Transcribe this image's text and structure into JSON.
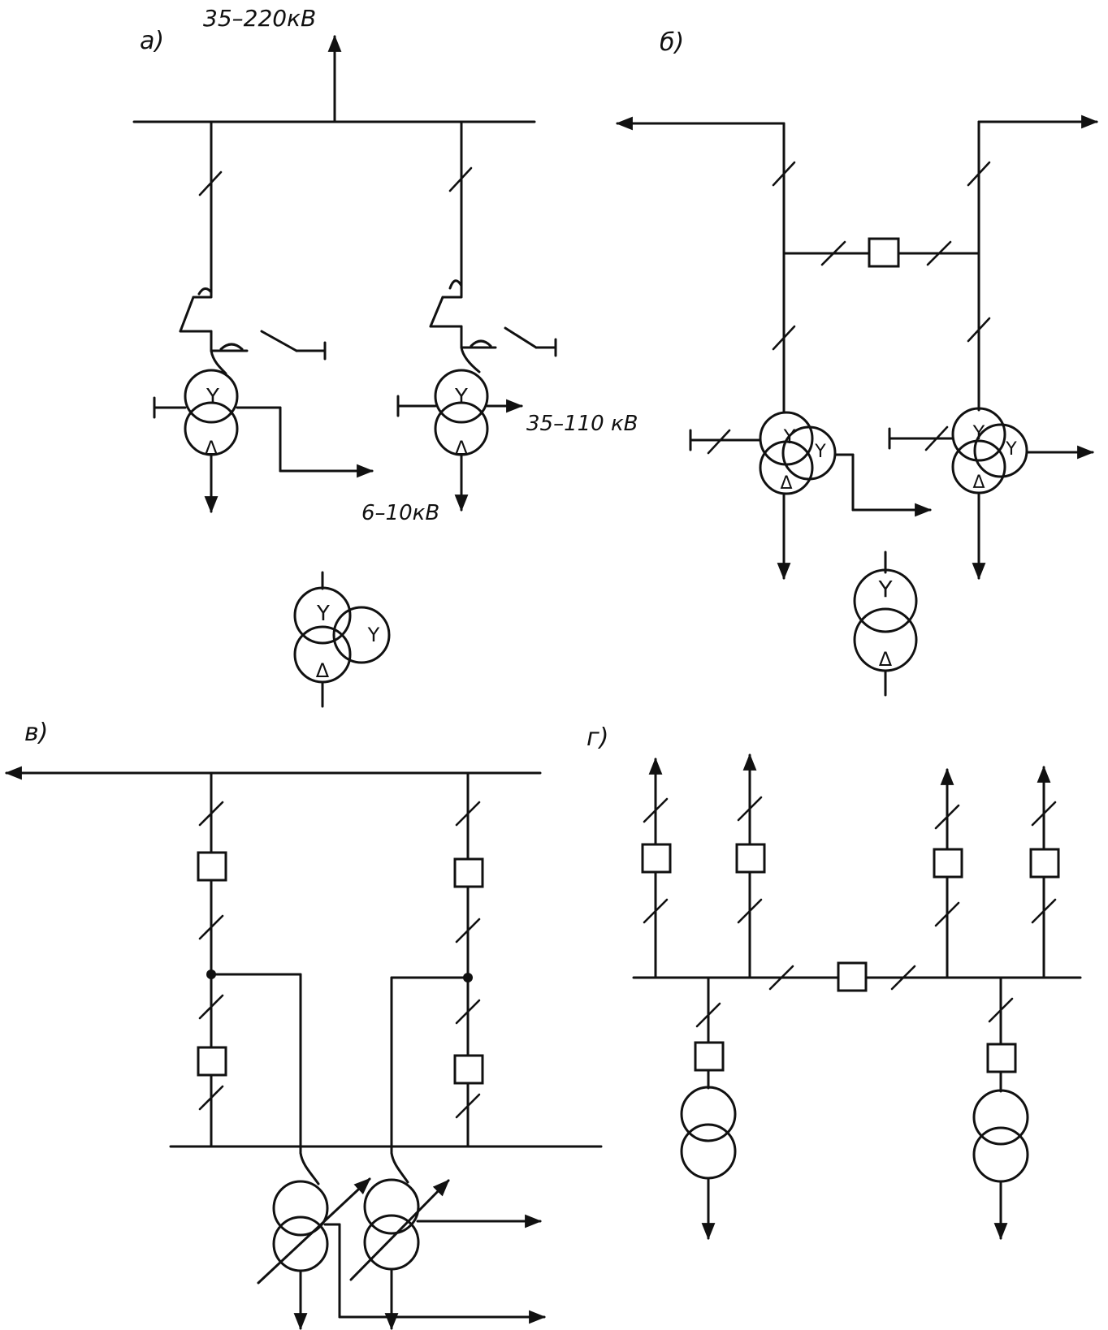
{
  "panels": {
    "a": {
      "label": "а)",
      "voltage_high": "35–220кВ",
      "voltage_mid": "35–110 кВ",
      "voltage_low": "6–10кВ"
    },
    "b": {
      "label": "б)"
    },
    "v": {
      "label": "в)"
    },
    "g": {
      "label": "г)"
    }
  },
  "winding_symbols": {
    "star": "Y",
    "delta": "Δ"
  }
}
